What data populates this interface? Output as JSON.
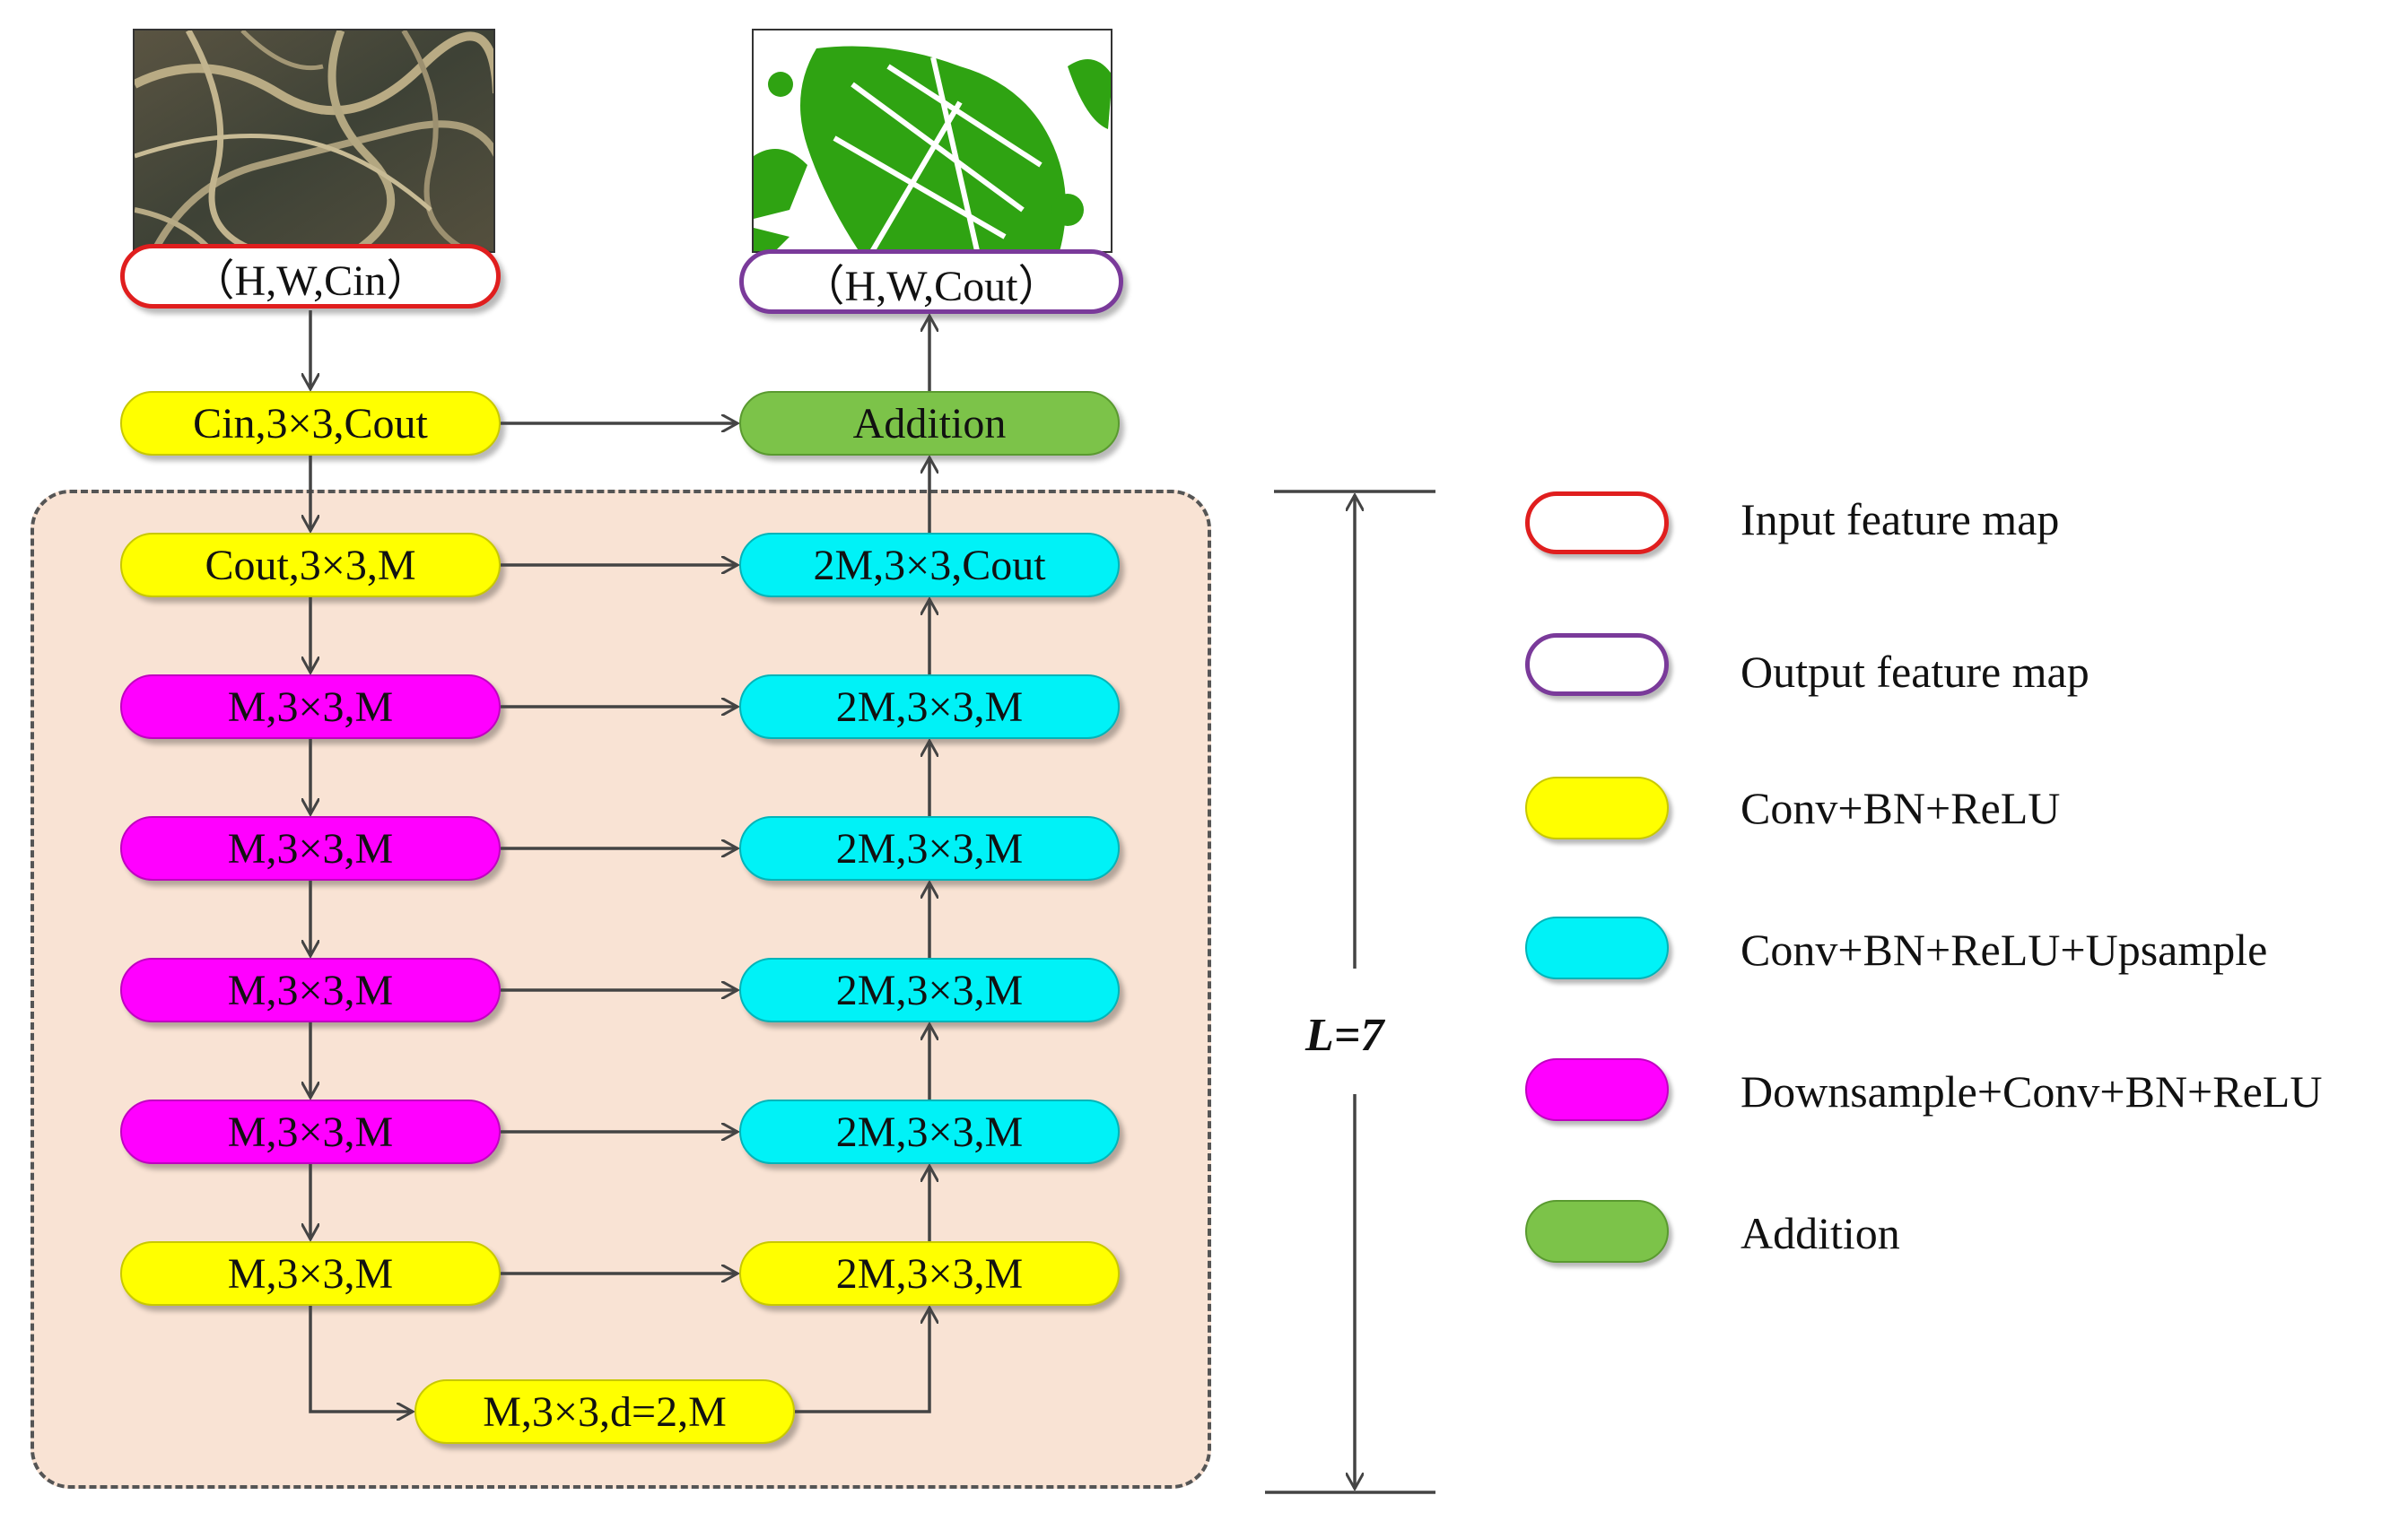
{
  "input_node": "（H,W,Cin）",
  "output_node": "（H,W,Cout）",
  "encoder": [
    "Cin,3×3,Cout",
    "Cout,3×3,M",
    "M,3×3,M",
    "M,3×3,M",
    "M,3×3,M",
    "M,3×3,M",
    "M,3×3,M"
  ],
  "addition_node": "Addition",
  "decoder": [
    "2M,3×3,Cout",
    "2M,3×3,M",
    "2M,3×3,M",
    "2M,3×3,M",
    "2M,3×3,M",
    "2M,3×3,M"
  ],
  "bottleneck": "M,3×3,d=2,M",
  "depth_label": "L=7",
  "legend": [
    {
      "label": "Input feature map",
      "style": "outline",
      "color": "#e01e1e"
    },
    {
      "label": "Output feature map",
      "style": "outline",
      "color": "#7a3a9a"
    },
    {
      "label": "Conv+BN+ReLU",
      "style": "fill",
      "color": "#ffff00"
    },
    {
      "label": "Conv+BN+ReLU+Upsample",
      "style": "fill",
      "color": "#00f2f7"
    },
    {
      "label": "Downsample+Conv+BN+ReLU",
      "style": "fill",
      "color": "#ff00ff"
    },
    {
      "label": "Addition",
      "style": "fill",
      "color": "#7cc349"
    }
  ]
}
